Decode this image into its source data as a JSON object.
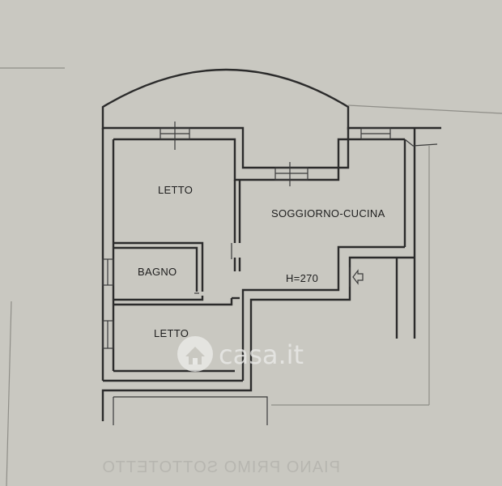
{
  "rooms": {
    "letto_top": "LETTO",
    "soggiorno": "SOGGIORNO-CUCINA",
    "bagno": "BAGNO",
    "letto_bottom": "LETTO"
  },
  "ceiling_height": "H=270",
  "watermark": {
    "brand": "casa.it",
    "icon": "house-logo-icon"
  },
  "footer_mirrored": "PIANO PRIMO SOTTOTETTO",
  "colors": {
    "paper": "#c9c8c1",
    "ink": "#2b2b2b",
    "watermark": "#ececea"
  }
}
